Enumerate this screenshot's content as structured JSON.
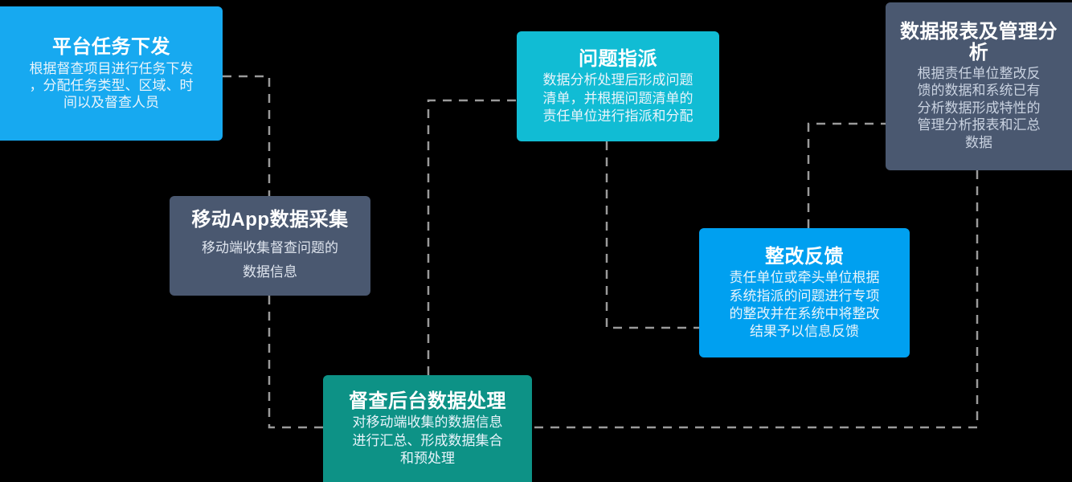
{
  "diagram": {
    "background_color": "#000000",
    "connector_color": "#9a9a9a",
    "nodes": [
      {
        "id": "platform-task",
        "title": "平台任务下发",
        "desc": "根据督查项目进行任务下发\n，分配任务类型、区域、时\n间以及督查人员",
        "color": "#17a9f0"
      },
      {
        "id": "mobile-app",
        "title": "移动App数据采集",
        "desc": "移动端收集督查问题的\n数据信息",
        "color": "#4a5870"
      },
      {
        "id": "backend-process",
        "title": "督查后台数据处理",
        "desc": "对移动端收集的数据信息\n进行汇总、形成数据集合\n和预处理",
        "color": "#0d9286"
      },
      {
        "id": "issue-assign",
        "title": "问题指派",
        "desc": "数据分析处理后形成问题\n清单，并根据问题清单的\n责任单位进行指派和分配",
        "color": "#11bcd4"
      },
      {
        "id": "rectify-feedback",
        "title": "整改反馈",
        "desc": "责任单位或牵头单位根据\n系统指派的问题进行专项\n的整改并在系统中将整改\n结果予以信息反馈",
        "color": "#00a0f0"
      },
      {
        "id": "report-analysis",
        "title": "数据报表及管理分析",
        "desc": "根据责任单位整改反\n馈的数据和系统已有\n分析数据形成特性的\n管理分析报表和汇总\n数据",
        "color": "#4a5870"
      }
    ],
    "connections": [
      {
        "from": "platform-task",
        "to": "mobile-app"
      },
      {
        "from": "mobile-app",
        "to": "backend-process"
      },
      {
        "from": "backend-process",
        "to": "issue-assign"
      },
      {
        "from": "issue-assign",
        "to": "rectify-feedback"
      },
      {
        "from": "rectify-feedback",
        "to": "report-analysis"
      },
      {
        "from": "report-analysis",
        "to": "backend-process"
      }
    ]
  }
}
